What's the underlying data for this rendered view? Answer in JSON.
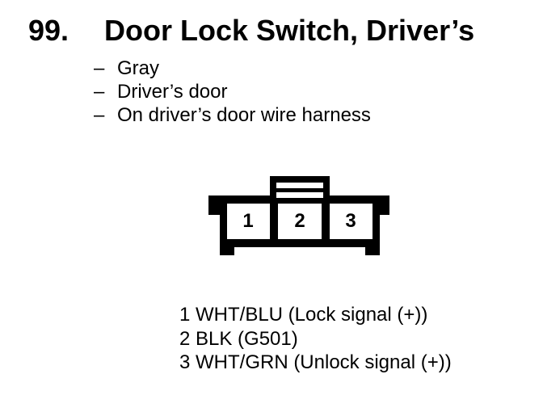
{
  "page": {
    "item_number": "99.",
    "title": "Door Lock Switch, Driver’s",
    "notes": [
      {
        "dash": "–",
        "text": "Gray"
      },
      {
        "dash": "–",
        "text": "Driver’s door"
      },
      {
        "dash": "–",
        "text": "On driver’s door wire harness"
      }
    ]
  },
  "connector": {
    "view": "3-cavity connector, front view, latch tab on top",
    "pins": [
      "1",
      "2",
      "3"
    ]
  },
  "legend": [
    {
      "pin": "1",
      "desc": "WHT/BLU (Lock signal (+))"
    },
    {
      "pin": "2",
      "desc": "BLK (G501)"
    },
    {
      "pin": "3",
      "desc": "WHT/GRN (Unlock signal (+))"
    }
  ],
  "colors": {
    "ink": "#000000",
    "paper": "#ffffff"
  }
}
